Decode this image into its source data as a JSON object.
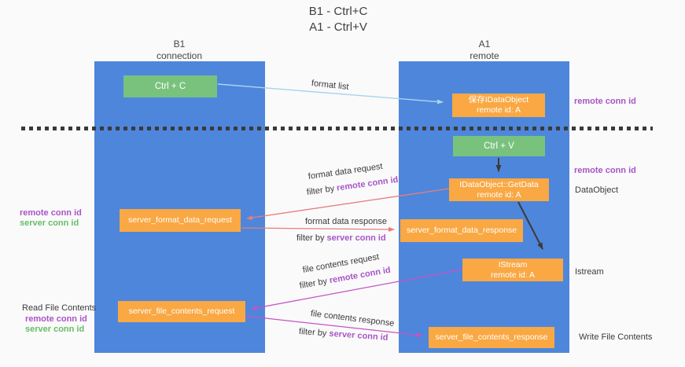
{
  "title": {
    "line1": "B1 - Ctrl+C",
    "line2": "A1 - Ctrl+V"
  },
  "lanes": {
    "left": {
      "title": "B1",
      "subtitle": "connection"
    },
    "right": {
      "title": "A1",
      "subtitle": "remote"
    }
  },
  "nodes": {
    "ctrl_c": {
      "label": "Ctrl + C"
    },
    "ctrl_v": {
      "label": "Ctrl + V"
    },
    "save_obj": {
      "line1": "保存IDataObject",
      "line2": "remote id: A"
    },
    "getdata": {
      "line1": "IDataObject::GetData",
      "line2": "remote id: A"
    },
    "istream": {
      "line1": "IStream",
      "line2": "remote id: A"
    },
    "format_request": {
      "label": "server_format_data_request"
    },
    "format_response": {
      "label": "server_format_data_response"
    },
    "file_request": {
      "label": "server_file_contents_request"
    },
    "file_response": {
      "label": "server_file_contents_response"
    }
  },
  "arrows": {
    "format_list": {
      "label": "format list"
    },
    "format_request": {
      "line1": "format data request",
      "filter_prefix": "filter by ",
      "filter_key": "remote conn id"
    },
    "format_response": {
      "line1": "format data response",
      "filter_prefix": "filter by ",
      "filter_key": "server conn id"
    },
    "file_request": {
      "line1": "file contents request",
      "filter_prefix": "filter by ",
      "filter_key": "remote conn id"
    },
    "file_response": {
      "line1": "file contents response",
      "filter_prefix": "filter by ",
      "filter_key": "server conn id"
    }
  },
  "side_labels": {
    "right_top_conn": "remote conn id",
    "right_mid_conn": "remote conn id",
    "dataobject": "DataObject",
    "istream": "Istream",
    "write_file": "Write File Contents",
    "left_remote_1": "remote conn id",
    "left_server_1": "server conn id",
    "read_file": "Read File Contents",
    "left_remote_2": "remote conn id",
    "left_server_2": "server conn id"
  },
  "colors": {
    "lane_blue": "#4e86db",
    "node_orange": "#f9a843",
    "node_green": "#79c27e",
    "label_purple": "#a855c8",
    "label_green": "#67bd67",
    "arrow_salmon": "#e57e7e",
    "arrow_magenta": "#c653c6",
    "arrow_lightblue": "#a9d3ee",
    "arrow_black": "#3b3b3b",
    "background": "#fafafa"
  }
}
